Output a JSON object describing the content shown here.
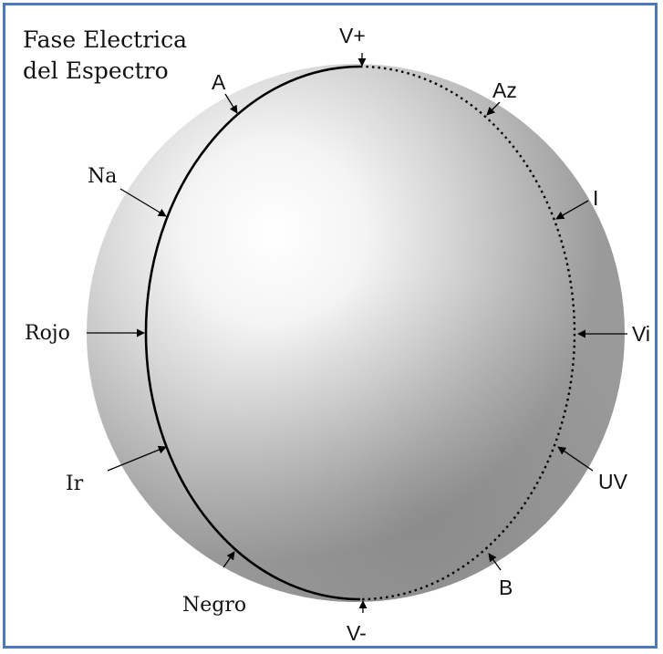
{
  "title": {
    "line1": "Fase Electrica",
    "line2": "del Espectro"
  },
  "labels": {
    "v_plus": "V+",
    "a": "A",
    "az": "Az",
    "na": "Na",
    "i": "I",
    "rojo": "Rojo",
    "vi": "Vi",
    "ir": "Ir",
    "uv": "UV",
    "negro": "Negro",
    "b": "B",
    "v_minus": "V-"
  },
  "colors": {
    "frame": "#4a7ab8",
    "sphere_light": "#ffffff",
    "sphere_dark": "#9a9a9a",
    "line": "#000000"
  }
}
